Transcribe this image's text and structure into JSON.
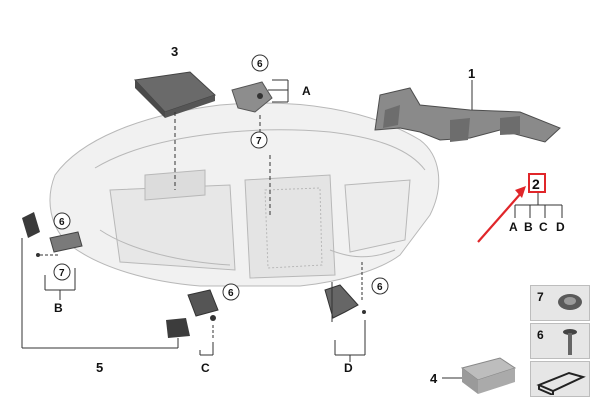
{
  "callouts": {
    "part1": "1",
    "part2": "2",
    "part3": "3",
    "part4": "4",
    "part5": "5",
    "screw6": "6",
    "grommet7": "7"
  },
  "groups": {
    "A": "A",
    "B": "B",
    "C": "C",
    "D": "D"
  },
  "panel": {
    "item7": "7",
    "item6": "6"
  },
  "colors": {
    "highlight": "#e0262a",
    "outline": "#8a8a8a",
    "ghost": "#cfcfcf",
    "panel_bg": "#e6e6e6"
  }
}
